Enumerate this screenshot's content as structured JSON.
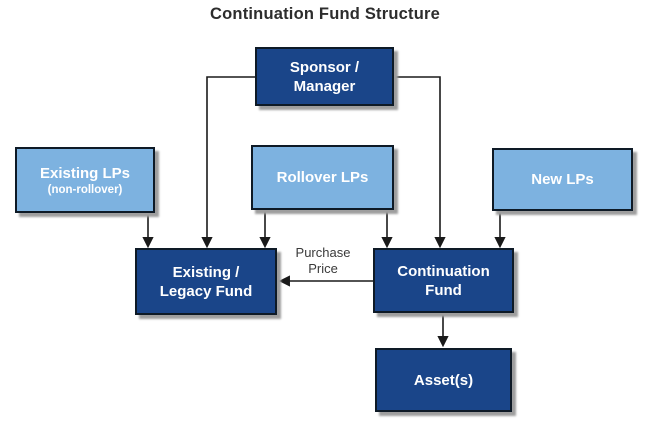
{
  "title": "Continuation Fund Structure",
  "colors": {
    "dark_box": "#1a4589",
    "light_box": "#7db2e0",
    "box_border": "#0e1a26",
    "box_text": "#ffffff",
    "connector": "#1a1a1a",
    "title_text": "#2d2d2d",
    "edge_label_text": "#3a3a3a",
    "background": "#ffffff",
    "shadow": "#9e9e9e"
  },
  "nodes": {
    "sponsor": {
      "line1": "Sponsor /",
      "line2": "Manager"
    },
    "existing_lps": {
      "line1": "Existing LPs",
      "line2": "(non-rollover)"
    },
    "rollover_lps": {
      "line1": "Rollover LPs"
    },
    "new_lps": {
      "line1": "New LPs"
    },
    "legacy_fund": {
      "line1": "Existing /",
      "line2": "Legacy Fund"
    },
    "continuation_fund": {
      "line1": "Continuation",
      "line2": "Fund"
    },
    "assets": {
      "line1": "Asset(s)"
    }
  },
  "edge_labels": {
    "purchase_price": {
      "line1": "Purchase",
      "line2": "Price"
    }
  }
}
